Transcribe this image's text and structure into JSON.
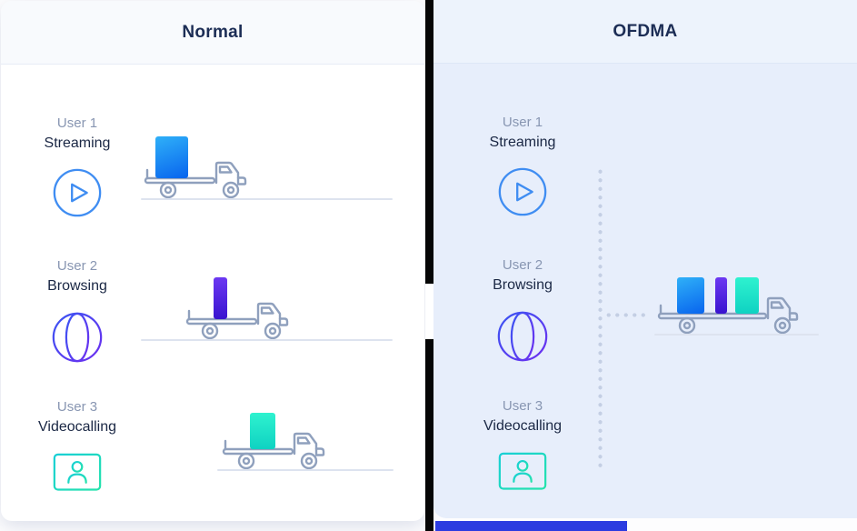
{
  "diagram": {
    "left_panel": {
      "title": "Normal"
    },
    "right_panel": {
      "title": "OFDMA"
    },
    "users": [
      {
        "name": "User 1",
        "activity": "Streaming",
        "icon": "play-icon",
        "accent": "#3f8df2"
      },
      {
        "name": "User 2",
        "activity": "Browsing",
        "icon": "globe-icon",
        "accent": "#4b38ea"
      },
      {
        "name": "User 3",
        "activity": "Videocalling",
        "icon": "video-monitor-icon",
        "accent": "#16d3c4"
      }
    ],
    "packages": [
      {
        "user": "User 1",
        "gradient": [
          "#2fb0f8",
          "#0864ee"
        ]
      },
      {
        "user": "User 2",
        "gradient": [
          "#6c38f2",
          "#3814cf"
        ]
      },
      {
        "user": "User 3",
        "gradient": [
          "#2ef2cf",
          "#0fd2c2"
        ]
      }
    ],
    "colors": {
      "right_panel_bg": "#e7eefb",
      "divider": "#060606",
      "bottom_bar": "#2c3ce0",
      "truck_outline": "#8fa0bd",
      "road_line": "#dde3ef",
      "dotted_line": "#c4cfe4",
      "title_text": "#1c2d55",
      "user_name_text": "#8896b2",
      "activity_text": "#1a2744"
    }
  }
}
